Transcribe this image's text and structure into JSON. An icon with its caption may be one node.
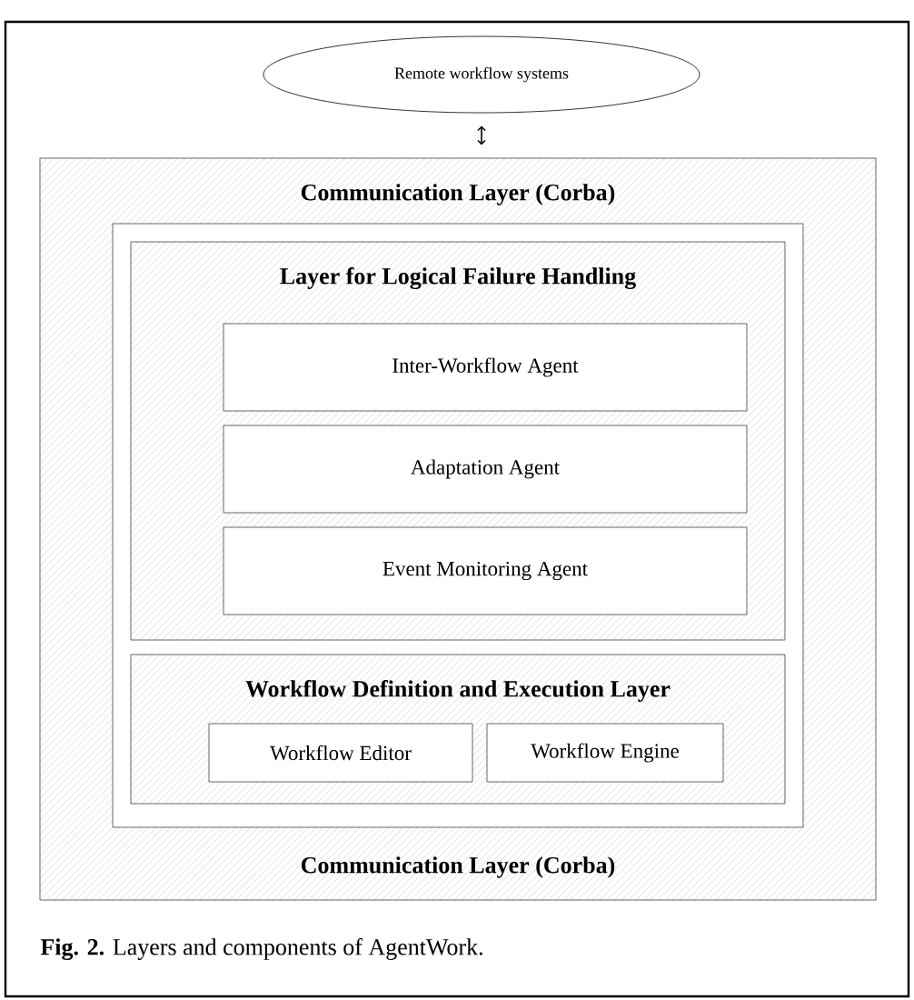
{
  "diagram": {
    "caption": "**Fig. 2.** Layers and components of AgentWork.",
    "nodes": [
      {
        "text": [
          "Remote workflow systems"
        ]
      },
      {
        "text": [
          "Communication Layer (Corba)",
          "Communication Layer (Corba)"
        ]
      },
      {
        "text": [],
        "shape": "box",
        "in": 1
      },
      {
        "text": [
          "Layer for Logical Failure Handling"
        ],
        "in": 2
      },
      {
        "text": [
          "Inter-Workflow Agent"
        ],
        "in": 3
      },
      {
        "text": [
          "Adaptation Agent"
        ],
        "in": 3
      },
      {
        "text": [
          "Event Monitoring Agent"
        ],
        "in": 3
      },
      {
        "text": [
          "Workflow Definition and Execution Layer"
        ],
        "in": 2
      },
      {
        "text": [
          "Workflow Editor"
        ],
        "in": 7
      },
      {
        "text": [
          "Workflow Engine"
        ],
        "in": 7
      }
    ],
    "edges": [
      {
        "from": 0,
        "to": 1,
        "arrow": "both"
      }
    ]
  }
}
